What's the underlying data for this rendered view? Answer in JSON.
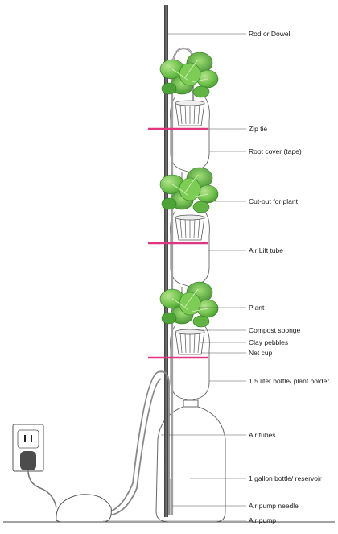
{
  "diagram": {
    "labels": [
      {
        "key": "rod",
        "text": "Rod or Dowel"
      },
      {
        "key": "zip_tie",
        "text": "Zip tie"
      },
      {
        "key": "root_cover",
        "text": "Root cover (tape)"
      },
      {
        "key": "cutout",
        "text": "Cut-out for plant"
      },
      {
        "key": "air_lift",
        "text": "Air Lift tube"
      },
      {
        "key": "plant",
        "text": "Plant"
      },
      {
        "key": "compost_sponge",
        "text": "Compost sponge"
      },
      {
        "key": "clay_pebbles",
        "text": "Clay pebbles"
      },
      {
        "key": "net_cup",
        "text": "Net cup"
      },
      {
        "key": "bottle_holder",
        "text": "1.5 liter bottle/ plant holder"
      },
      {
        "key": "air_tubes",
        "text": "Air tubes"
      },
      {
        "key": "reservoir",
        "text": "1 gallon bottle/ reservoir"
      },
      {
        "key": "needle",
        "text": "Air pump needle"
      },
      {
        "key": "air_pump",
        "text": "Air pump"
      }
    ],
    "colors": {
      "zip_tie": "#e0357f",
      "rod": "#4a4a4a",
      "leaf_dark": "#3f9a2c",
      "leaf_light": "#8fd06a",
      "outline": "#555555"
    },
    "icons": [
      "electrical-outlet-icon",
      "plug-icon",
      "air-pump-icon",
      "plant-icon"
    ]
  }
}
